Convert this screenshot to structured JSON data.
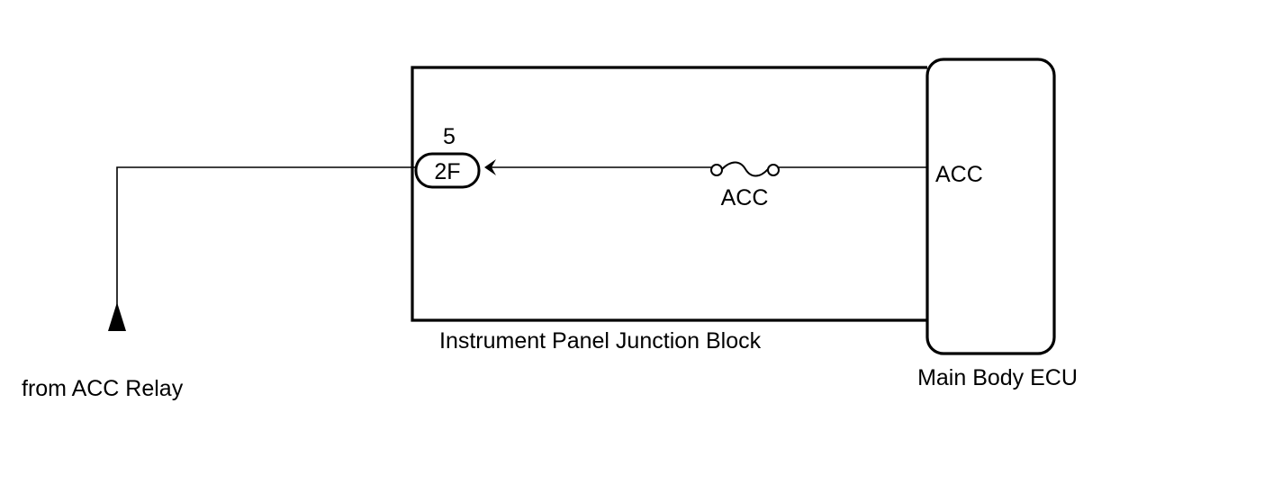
{
  "relay_source": {
    "label": "from ACC Relay"
  },
  "junction_block": {
    "label": "Instrument Panel Junction Block"
  },
  "connector": {
    "pin": "5",
    "id": "2F"
  },
  "fuse": {
    "label": "ACC"
  },
  "ecu": {
    "label": "Main Body ECU",
    "terminal": "ACC"
  },
  "colors": {
    "line": "#000000",
    "background": "#ffffff"
  }
}
